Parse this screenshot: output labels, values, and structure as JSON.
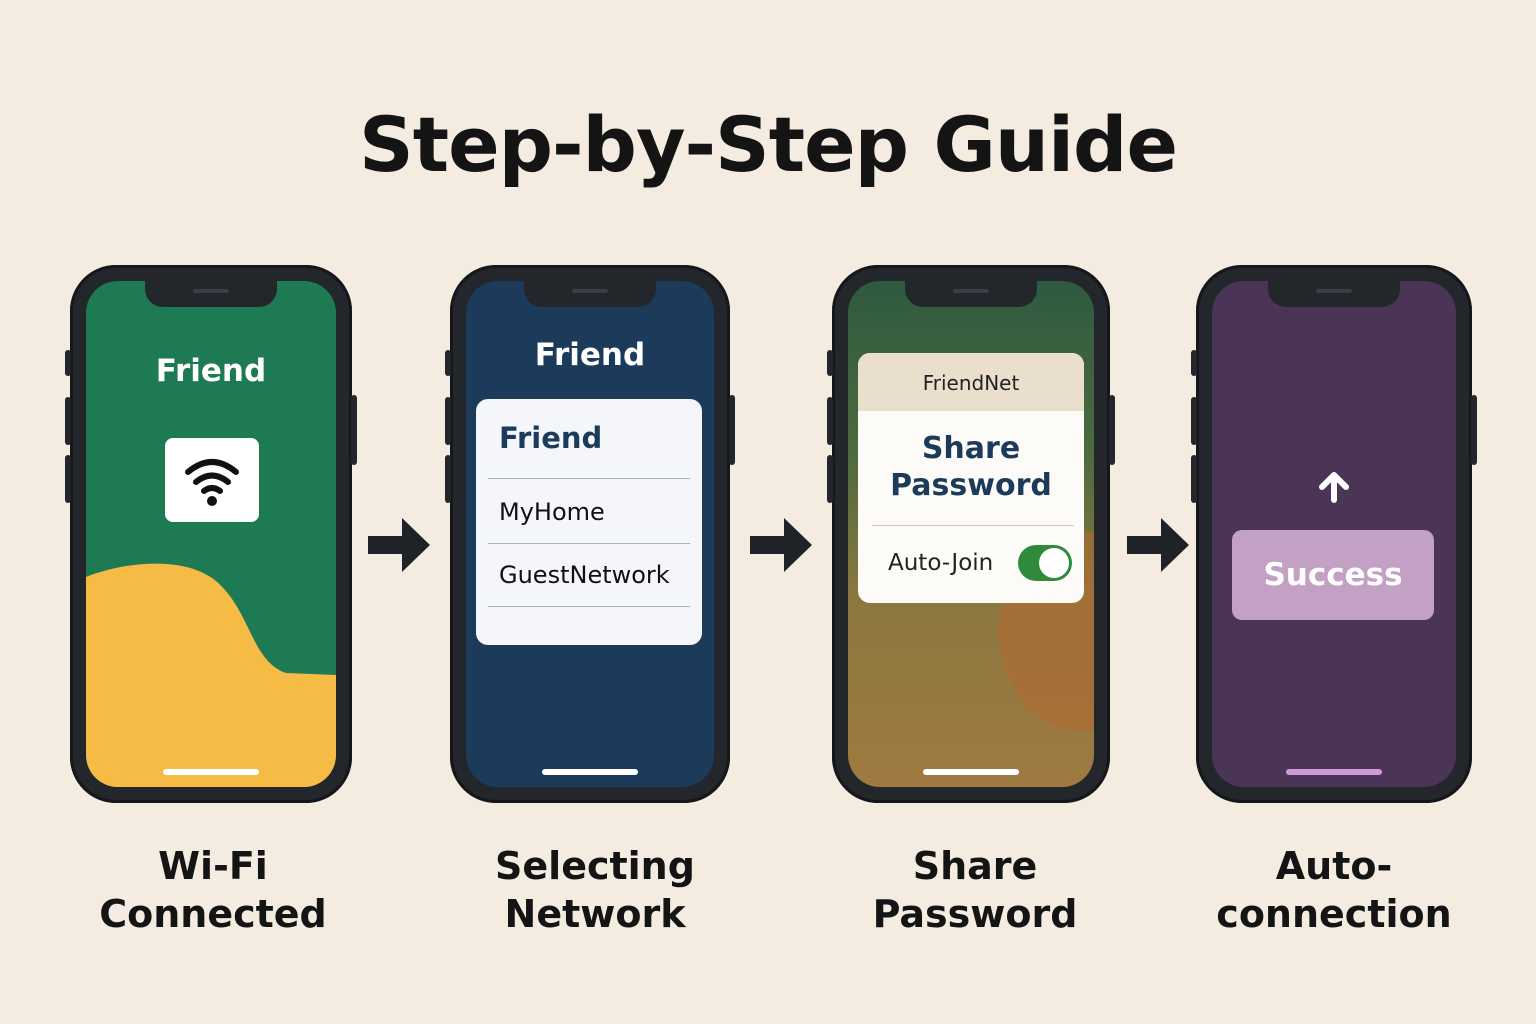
{
  "title": "Step-by-Step Guide",
  "steps": [
    {
      "label_line1": "Wi-Fi",
      "label_line2": "Connected",
      "screen_title": "Friend",
      "icon": "wifi-icon",
      "screen_color": "#1e7a52",
      "accent_color": "#f6bb45"
    },
    {
      "label_line1": "Selecting",
      "label_line2": "Network",
      "screen_title": "Friend",
      "screen_color": "#1c3a5a",
      "networks": [
        "Friend",
        "MyHome",
        "GuestNetwork"
      ]
    },
    {
      "label_line1": "Share",
      "label_line2": "Password",
      "header": "FriendNet",
      "card_title_line1": "Share",
      "card_title_line2": "Password",
      "toggle_label": "Auto-Join",
      "toggle_on": true,
      "toggle_color": "#2f8a3c"
    },
    {
      "label_line1": "Auto-",
      "label_line2": "connection",
      "icon": "arrow-up-icon",
      "button_label": "Success",
      "screen_color": "#4a3557",
      "button_color": "#c3a1c5"
    }
  ],
  "arrow_icon": "arrow-right-icon"
}
